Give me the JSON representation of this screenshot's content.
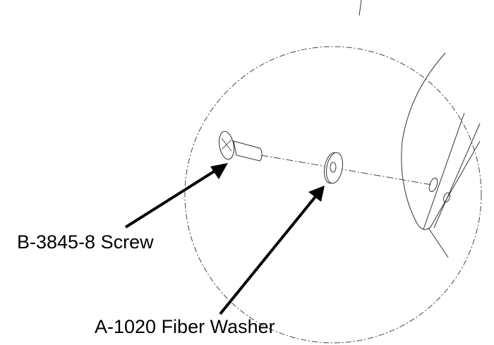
{
  "labels": {
    "screw": "B-3845-8 Screw",
    "washer": "A-1020 Fiber Washer"
  },
  "icons": [
    "screw-part",
    "washer-part",
    "plate-part",
    "callout-arrow"
  ],
  "colors": {
    "line": "#000000",
    "background": "#ffffff"
  }
}
